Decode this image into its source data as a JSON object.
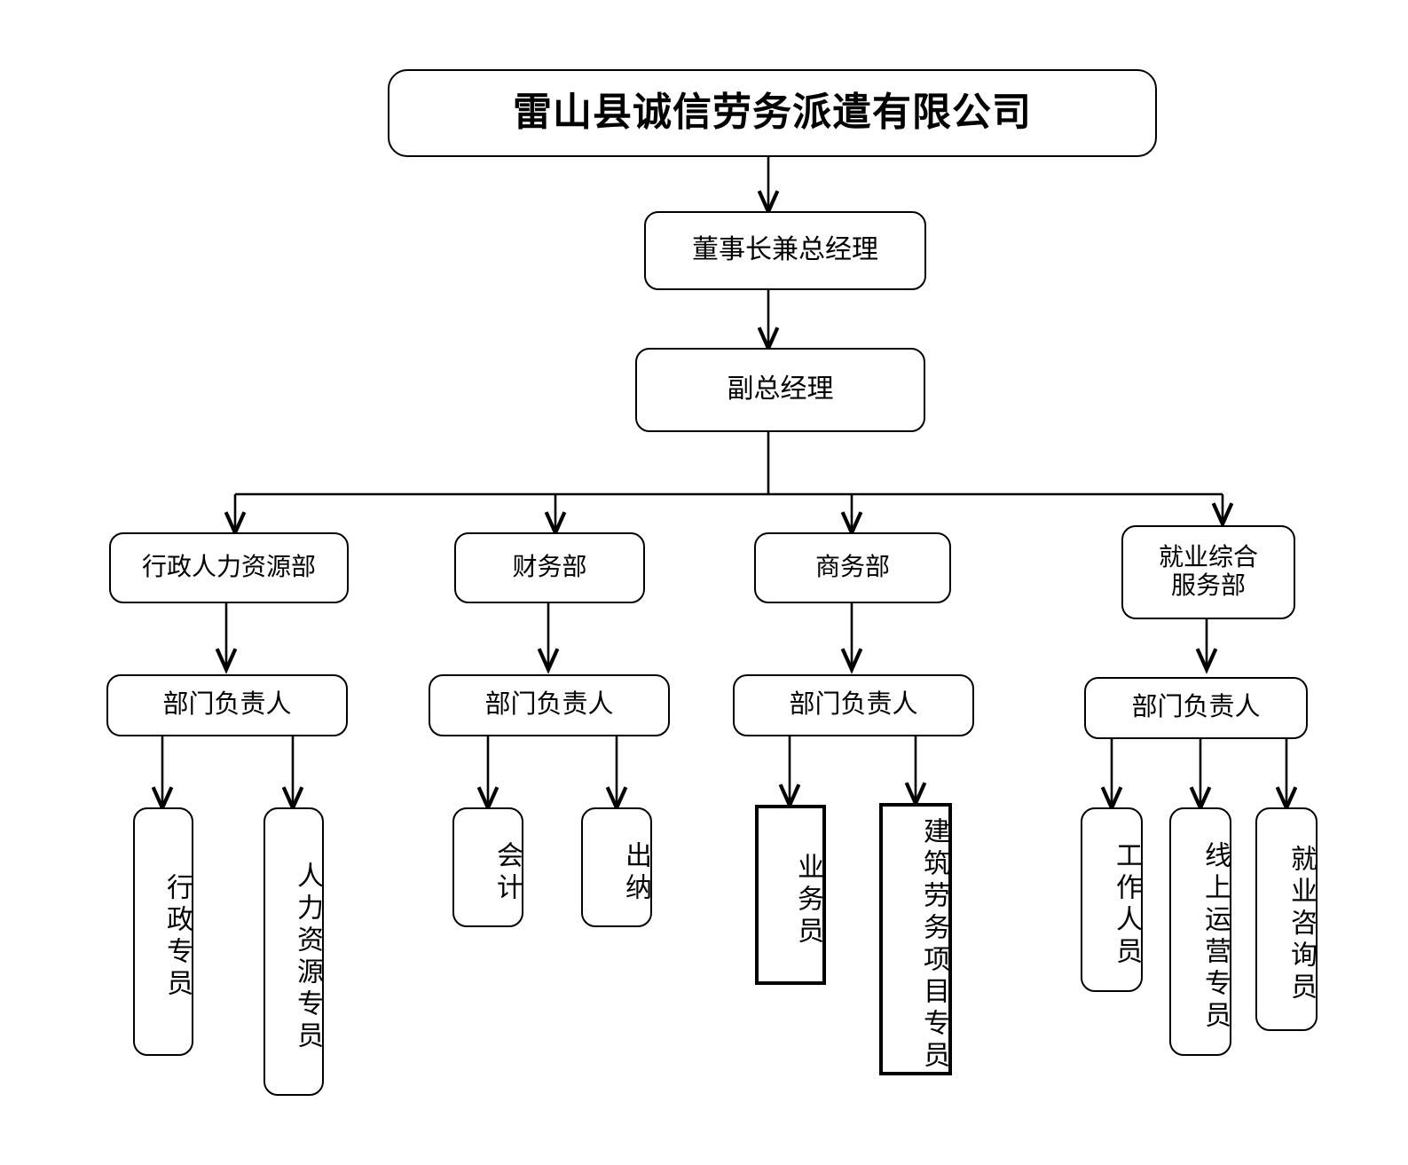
{
  "chart_title": "雷山县诚信劳务派遣有限公司",
  "org": {
    "company": {
      "label": "雷山县诚信劳务派遣有限公司"
    },
    "chairman": {
      "label": "董事长兼总经理"
    },
    "vice_gm": {
      "label": "副总经理"
    },
    "departments": [
      {
        "label": "行政人力资源部"
      },
      {
        "label": "财务部"
      },
      {
        "label": "商务部"
      },
      {
        "label": "就业综合\n服务部",
        "line1": "就业综合",
        "line2": "服务部"
      }
    ],
    "managers": [
      {
        "label": "部门负责人"
      },
      {
        "label": "部门负责人"
      },
      {
        "label": "部门负责人"
      },
      {
        "label": "部门负责人"
      }
    ],
    "staff": {
      "admin_hr": [
        {
          "label": "行政专员"
        },
        {
          "label": "人力资源专员"
        }
      ],
      "finance": [
        {
          "label": "会计"
        },
        {
          "label": "出纳"
        }
      ],
      "business": [
        {
          "label": "业务员"
        },
        {
          "label": "建筑劳务项目专员"
        }
      ],
      "employment": [
        {
          "label": "工作人员"
        },
        {
          "label": "线上运营专员"
        },
        {
          "label": "就业咨询员"
        }
      ]
    }
  },
  "colors": {
    "stroke": "#000000",
    "fill": "#ffffff",
    "text": "#000000"
  }
}
